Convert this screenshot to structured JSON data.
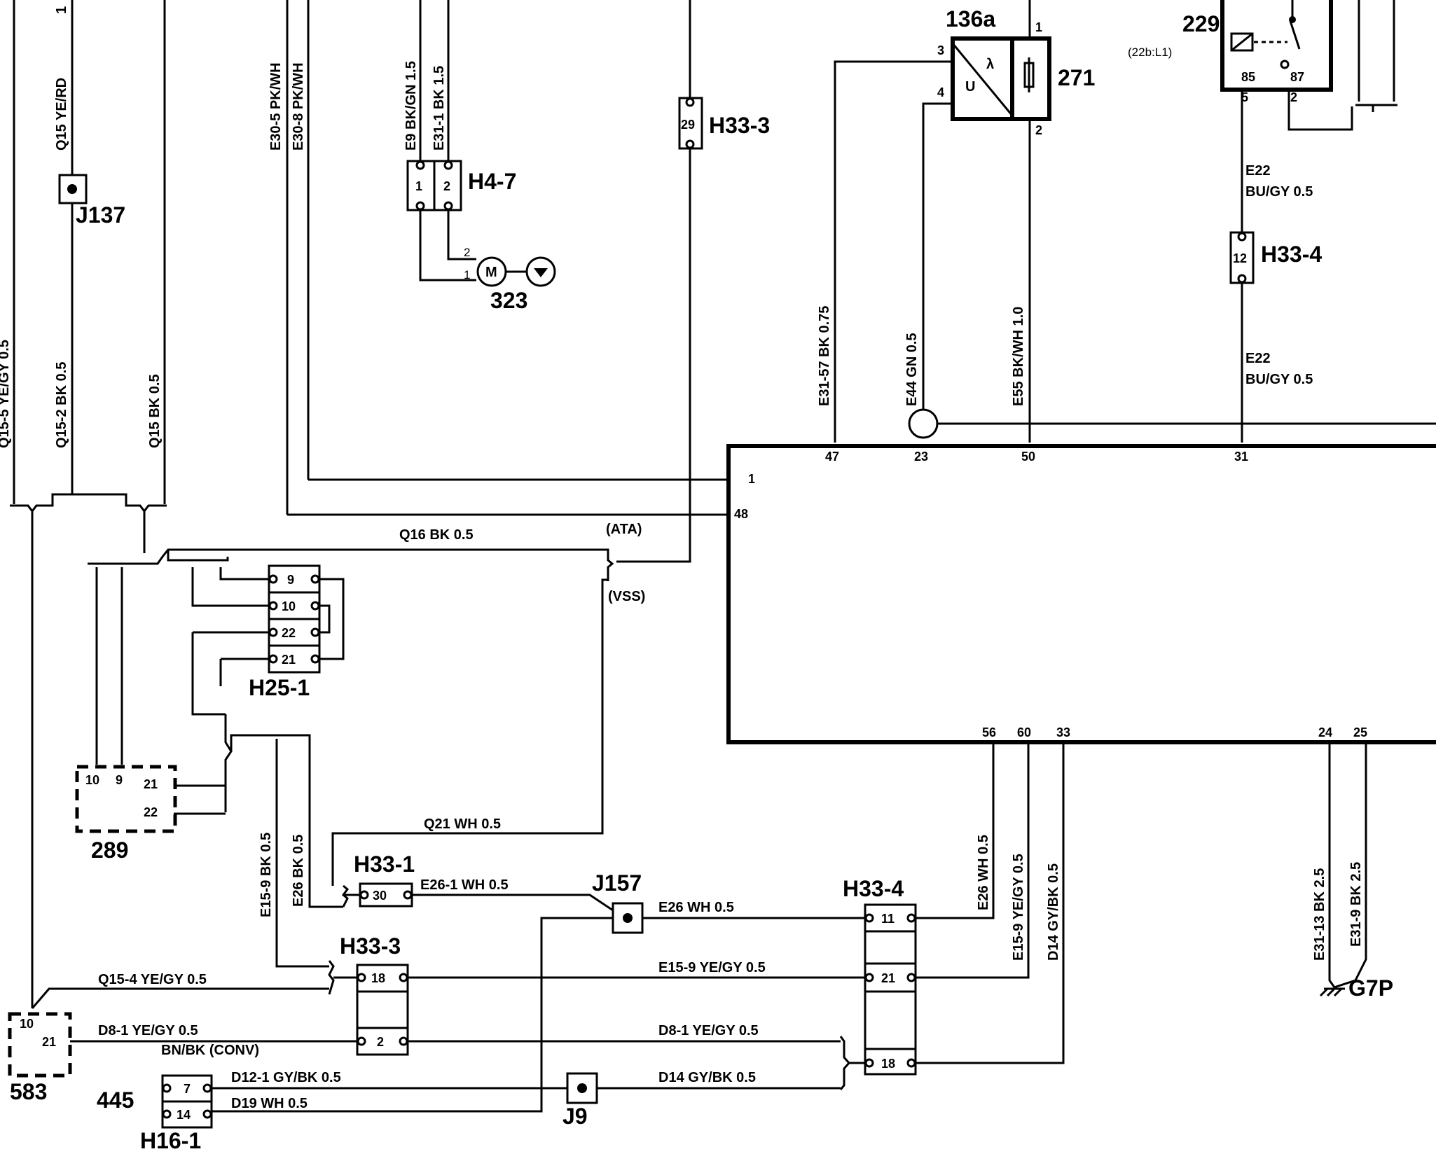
{
  "components": {
    "c136a": "136a",
    "c271": "271",
    "c229": "229",
    "c229_ref": "(22b:L1)",
    "c323": "323",
    "c289": "289",
    "c583": "583",
    "c445": "445",
    "lambda": "λ",
    "u": "U",
    "m": "M"
  },
  "connectors": {
    "j137": "J137",
    "j157": "J157",
    "j9": "J9",
    "h4_7": "H4-7",
    "h33_3_top": "H33-3",
    "h33_4_top": "H33-4",
    "h25_1": "H25-1",
    "h33_1": "H33-1",
    "h33_3_bot": "H33-3",
    "h33_4_bot": "H33-4",
    "h16_1": "H16-1",
    "g7p": "G7P"
  },
  "pins": {
    "h4_1": "1",
    "h4_2": "2",
    "h33_3_29": "29",
    "h33_4_12": "12",
    "m_2": "2",
    "m_1": "1",
    "r136_3": "3",
    "r136_4": "4",
    "r136_1": "1",
    "r136_2": "2",
    "r229_85": "85",
    "r229_87": "87",
    "r229_5": "5",
    "r229_2": "2",
    "ecu_47": "47",
    "ecu_23": "23",
    "ecu_50": "50",
    "ecu_31": "31",
    "ecu_1": "1",
    "ecu_48": "48",
    "ecu_56": "56",
    "ecu_60": "60",
    "ecu_33": "33",
    "ecu_24": "24",
    "ecu_25": "25",
    "h25_9": "9",
    "h25_10": "10",
    "h25_22": "22",
    "h25_21": "21",
    "p289_10": "10",
    "p289_9": "9",
    "p289_21": "21",
    "p289_22": "22",
    "h33_1_30": "30",
    "h33_3_18": "18",
    "h33_3_2": "2",
    "h33_4_11": "11",
    "h33_4_21": "21",
    "h33_4_18": "18",
    "p583_10": "10",
    "p583_21": "21",
    "h16_7": "7",
    "h16_14": "14",
    "q15_1": "1"
  },
  "wires": {
    "q15_yerd": "Q15  YE/RD",
    "q15_2": "Q15-2   BK  0.5",
    "q15_bk": "Q15   BK  0.5",
    "q15_5": "Q15-5   YE/GY  0.5",
    "e30_5": "E30-5   PK/WH",
    "e30_8": "E30-8   PK/WH",
    "e9": "E9  BK/GN  1.5",
    "e31_1": "E31-1    BK  1.5",
    "e31_57": "E31-57    BK  0.75",
    "e44": "E44   GN  0.5",
    "e55": "E55   BK/WH  1.0",
    "e22_a1": "E22",
    "e22_a2": "BU/GY  0.5",
    "e22_b1": "E22",
    "e22_b2": "BU/GY  0.5",
    "q16": "Q16   BK   0.5",
    "ata": "(ATA)",
    "vss": "(VSS)",
    "q21": "Q21   WH 0.5",
    "e15_9v": "E15-9   BK  0.5",
    "e26v": "E26   BK 0.5",
    "e26_1": "E26-1    WH  0.5",
    "e26": "E26   WH  0.5",
    "e15_9h": "E15-9   YE/GY   0.5",
    "q15_4": "Q15-4   YE/GY   0.5",
    "d8_1a": "D8-1    YE/GY    0.5",
    "bnbk": "BN/BK  (CONV)",
    "d8_1b": "D8-1   YE/GY   0.5",
    "d12_1": "D12-1   GY/BK   0.5",
    "d19": "D19   WH  0.5",
    "d14h": "D14   GY/BK   0.5",
    "e26_wh": "E26   WH  0.5",
    "e15_9_yegy": "E15-9    YE/GY  0.5",
    "d14_v": "D14    GY/BK  0.5",
    "e31_13": "E31-13    BK  2.5",
    "e31_9": "E31-9     BK  2.5"
  }
}
